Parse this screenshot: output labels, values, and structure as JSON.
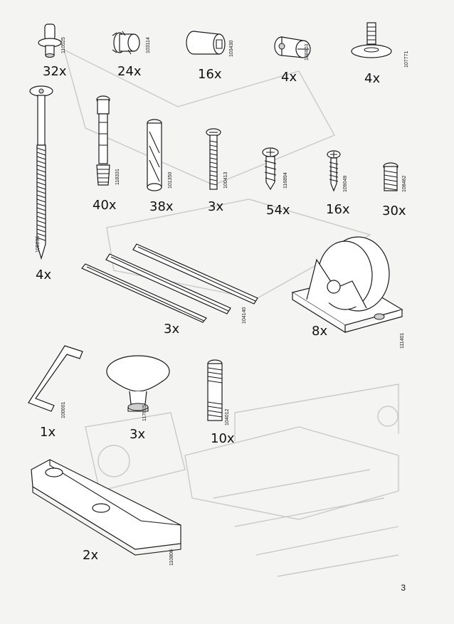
{
  "page": {
    "number": "3"
  },
  "parts": [
    {
      "key": "dowel-pin",
      "qty": "32x",
      "code": "110525"
    },
    {
      "key": "cam-lock",
      "qty": "24x",
      "code": "103114"
    },
    {
      "key": "cam-housing",
      "qty": "16x",
      "code": "103430"
    },
    {
      "key": "barrel-nut",
      "qty": "4x",
      "code": "108903"
    },
    {
      "key": "glide-foot",
      "qty": "4x",
      "code": "107771"
    },
    {
      "key": "long-bolt",
      "qty": "4x",
      "code": "105236"
    },
    {
      "key": "cam-bolt",
      "qty": "40x",
      "code": "118331"
    },
    {
      "key": "wood-dowel",
      "qty": "38x",
      "code": "101350"
    },
    {
      "key": "machine-screw",
      "qty": "3x",
      "code": "100413"
    },
    {
      "key": "chipboard-screw",
      "qty": "54x",
      "code": "116894"
    },
    {
      "key": "wood-screw",
      "qty": "16x",
      "code": "109049"
    },
    {
      "key": "insert-plug",
      "qty": "30x",
      "code": "108462"
    },
    {
      "key": "drawer-rails",
      "qty": "3x",
      "code": "104140"
    },
    {
      "key": "caster-wheel",
      "qty": "8x",
      "code": "111401"
    },
    {
      "key": "allen-key",
      "qty": "1x",
      "code": "100001"
    },
    {
      "key": "knob",
      "qty": "3x",
      "code": "117615"
    },
    {
      "key": "threaded-stud",
      "qty": "10x",
      "code": "104012"
    },
    {
      "key": "angle-bracket",
      "qty": "2x",
      "code": "110806"
    }
  ]
}
